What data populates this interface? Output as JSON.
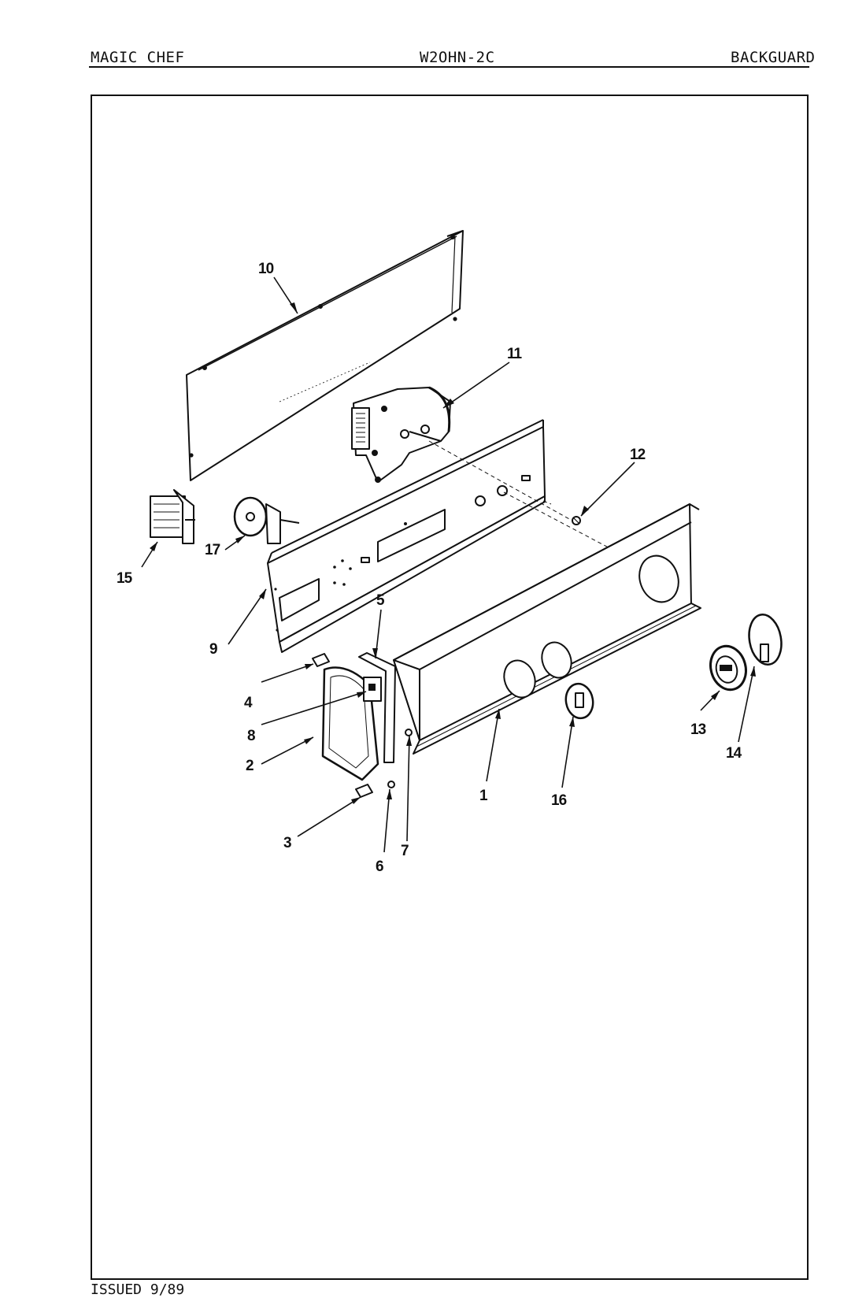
{
  "header": {
    "brand": "MAGIC CHEF",
    "model": "W2OHN-2C",
    "section": "BACKGUARD"
  },
  "footer": {
    "issued": "ISSUED 9/89"
  },
  "callouts": [
    {
      "id": "1",
      "label": "1"
    },
    {
      "id": "2",
      "label": "2"
    },
    {
      "id": "3",
      "label": "3"
    },
    {
      "id": "4",
      "label": "4"
    },
    {
      "id": "5",
      "label": "5"
    },
    {
      "id": "6",
      "label": "6"
    },
    {
      "id": "7",
      "label": "7"
    },
    {
      "id": "8",
      "label": "8"
    },
    {
      "id": "9",
      "label": "9"
    },
    {
      "id": "10",
      "label": "10"
    },
    {
      "id": "11",
      "label": "11"
    },
    {
      "id": "12",
      "label": "12"
    },
    {
      "id": "13",
      "label": "13"
    },
    {
      "id": "14",
      "label": "14"
    },
    {
      "id": "15",
      "label": "15"
    },
    {
      "id": "16",
      "label": "16"
    },
    {
      "id": "17",
      "label": "17"
    }
  ]
}
